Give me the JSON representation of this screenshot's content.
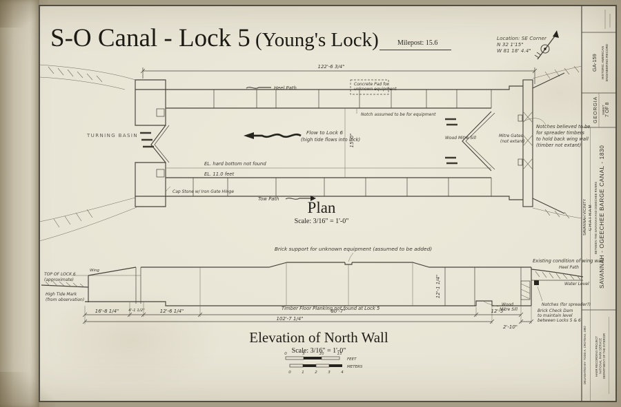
{
  "header": {
    "title": "S-O Canal - Lock 5",
    "title_suffix": " (Young's Lock)",
    "milepost": "Milepost: 15.6",
    "location_title": "Location: SE Corner",
    "location_lat": "N 32 1'15\"",
    "location_lon": "W 81 18' 4.4\""
  },
  "titleblock": {
    "record_line1": "HISTORIC AMERICAN",
    "record_line2": "ENGINEERING RECORD",
    "record_no": "GA-159",
    "sheet_word": "SHEET",
    "sheet_no": "7 OF 8",
    "state": "GEORGIA",
    "project_title": "SAVANNAH - OGEECHEE BARGE CANAL - 1830",
    "project_subtitle": "BETWEEN THE SAVANNAH AND OGEECHEE RIVERS",
    "county": "CHATHAM",
    "vicinity": "SAVANNAH VICINITY",
    "delineated_by": "DELINEATED BY: TODD A. CROTEAU, 1992",
    "credit_line1": "HAER RECORDING PROJECT",
    "credit_line2": "NATIONAL PARK SERVICE",
    "credit_line3": "DEPARTMENT OF THE INTERIOR"
  },
  "plan": {
    "title": "Plan",
    "scale": "Scale:  3/16\" = 1'-0\"",
    "dim_overall": "122'-6 3/4\"",
    "heel_path": "Heel Path",
    "tow_path": "Tow Path",
    "turning_basin": "TURNING BASIN",
    "concrete_pad_line1": "Concrete Pad for",
    "concrete_pad_line2": "unknown equipment",
    "notch_note": "Notch assumed to be for equipment",
    "flow_line1": "Flow to Lock 6",
    "flow_line2": "(high tide flows into lock)",
    "dim_width": "15'-0\"",
    "el_hard_bottom": "EL. hard bottom not found",
    "el_11": "EL. 11.0 feet",
    "cap_stone": "Cap Stone w/ Iron Gate Hinge",
    "wood_mitre_sill": "Wood Mitre Sill",
    "mitre_gates_line1": "Mitre Gates",
    "mitre_gates_line2": "(not extant)",
    "notches_line1": "Notches believed to be",
    "notches_line2": "for spreader timbers",
    "notches_line3": "to hold back wing wall",
    "notches_line4": "(timber not extant)"
  },
  "elevation": {
    "title": "Elevation of North Wall",
    "scale": "Scale:  3/16\" = 1'-0\"",
    "brick_support": "Brick support for unknown equipment (assumed to be added)",
    "top_of_lock_line1": "TOP OF LOCK 6",
    "top_of_lock_line2": "(approximate)",
    "wing": "Wing",
    "high_tide_line1": "High Tide Mark",
    "high_tide_line2": "(from observation)",
    "timber_floor": "Timber Floor Planking not found at Lock 5",
    "dim_a": "16'-8 1/4\"",
    "dim_b": "4'-1 1/2\"",
    "dim_c": "12'-6 1/4\"",
    "dim_d": "80'-7\"",
    "dim_total": "102'-7 1/4\"",
    "dim_height": "12'-1 1/4\"",
    "dim_sill": "12'-5\"",
    "dim_dam": "2'-10\"",
    "existing_wing": "Existing condition of wing wall",
    "heel_path": "Heel Path",
    "water_level": "Water Level",
    "notches": "Notches (for spreader?)",
    "check_dam_line1": "Brick Check Dam",
    "check_dam_line2": "to maintain level",
    "check_dam_line3": "between Locks 5 & 6",
    "sill_line1": "Wood",
    "sill_line2": "Mitre Sill"
  },
  "scalebar": {
    "feet_0": "0",
    "feet_5": "5",
    "feet_10": "10",
    "feet_15": "15",
    "feet_label": "FEET",
    "m_0": "0",
    "m_1": "1",
    "m_2": "2",
    "m_3": "3",
    "m_4": "4",
    "meters_label": "METERS"
  }
}
